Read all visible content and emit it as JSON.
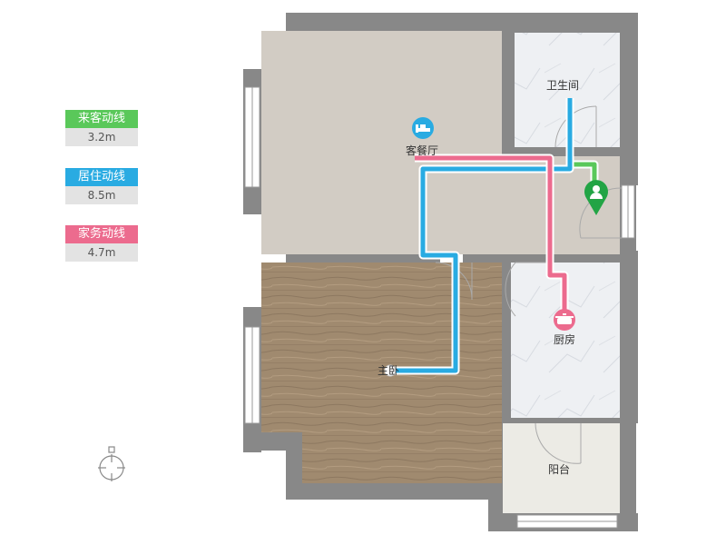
{
  "legend": [
    {
      "label": "来客动线",
      "value": "3.2m",
      "color": "#5ac85a"
    },
    {
      "label": "居住动线",
      "value": "8.5m",
      "color": "#29abe2"
    },
    {
      "label": "家务动线",
      "value": "4.7m",
      "color": "#ec6b8e"
    }
  ],
  "rooms": {
    "bathroom": "卫生间",
    "living": "客餐厅",
    "bedroom": "主卧",
    "kitchen": "厨房",
    "balcony": "阳台"
  },
  "icons": {
    "living": "bed-icon",
    "entry": "person-icon",
    "kitchen": "pot-icon",
    "compass": "compass-icon"
  }
}
